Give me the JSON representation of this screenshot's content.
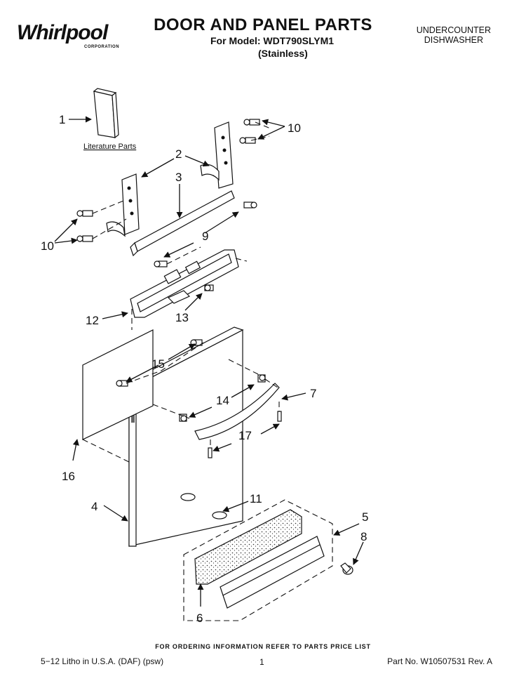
{
  "header": {
    "brand": "Whirlpool",
    "brand_sub": "CORPORATION",
    "title": "DOOR AND PANEL PARTS",
    "model_line": "For Model: WDT790SLYM1",
    "variant": "(Stainless)",
    "appliance_line1": "UNDERCOUNTER",
    "appliance_line2": "DISHWASHER"
  },
  "diagram": {
    "literature_label": "Literature Parts",
    "callouts": {
      "c1": "1",
      "c2": "2",
      "c3": "3",
      "c4": "4",
      "c5": "5",
      "c6": "6",
      "c7": "7",
      "c8": "8",
      "c9": "9",
      "c10a": "10",
      "c10b": "10",
      "c11": "11",
      "c12": "12",
      "c13": "13",
      "c14": "14",
      "c15": "15",
      "c16": "16",
      "c17": "17"
    }
  },
  "footer": {
    "ordering_note": "FOR ORDERING INFORMATION REFER TO PARTS PRICE LIST",
    "litho": "5−12 Litho in U.S.A. (DAF) (psw)",
    "page": "1",
    "part_no": "Part No. W10507531 Rev. A"
  }
}
